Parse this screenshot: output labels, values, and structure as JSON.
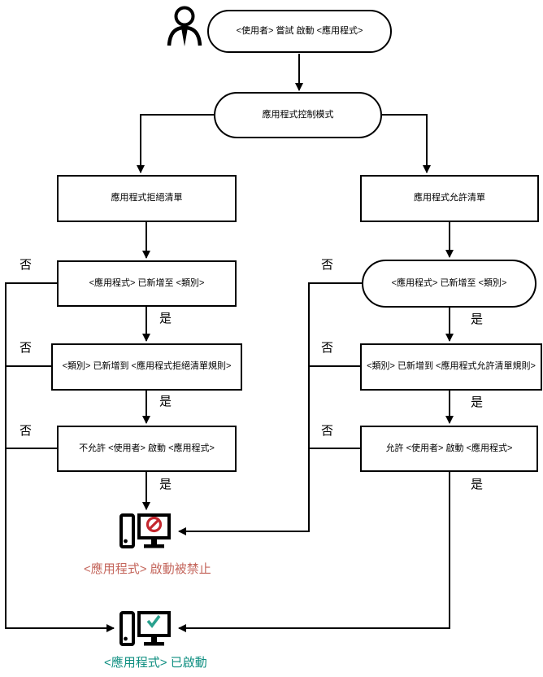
{
  "nodes": {
    "start": "<使用者> 嘗試 啟動 <應用程式>",
    "mode": "應用程式控制模式",
    "denylist": "應用程式拒絕清單",
    "allowlist": "應用程式允許清單",
    "deny_check_category": "<應用程式> 已新增至 <類別>",
    "allow_check_category": "<應用程式> 已新增至 <類別>",
    "deny_check_rule": "<類別> 已新增到 <應用程式拒絕清單規則>",
    "allow_check_rule": "<類別> 已新增到 <應用程式允許清單規則>",
    "deny_action": "不允許 <使用者> 啟動 <應用程式>",
    "allow_action": "允許 <使用者> 啟動 <應用程式>",
    "result_blocked": "<應用程式> 啟動被禁止",
    "result_started": "<應用程式> 已啟動"
  },
  "edge_labels": {
    "yes": "是",
    "no": "否"
  },
  "icons": {
    "actor": "user-actor-icon",
    "blocked": "computer-blocked-icon",
    "started": "computer-started-icon"
  },
  "colors": {
    "line": "#000000",
    "blocked_sign": "#c4272e",
    "blocked_text": "#c4665c",
    "started_check": "#2aa18e",
    "started_text": "#0e8e80"
  }
}
